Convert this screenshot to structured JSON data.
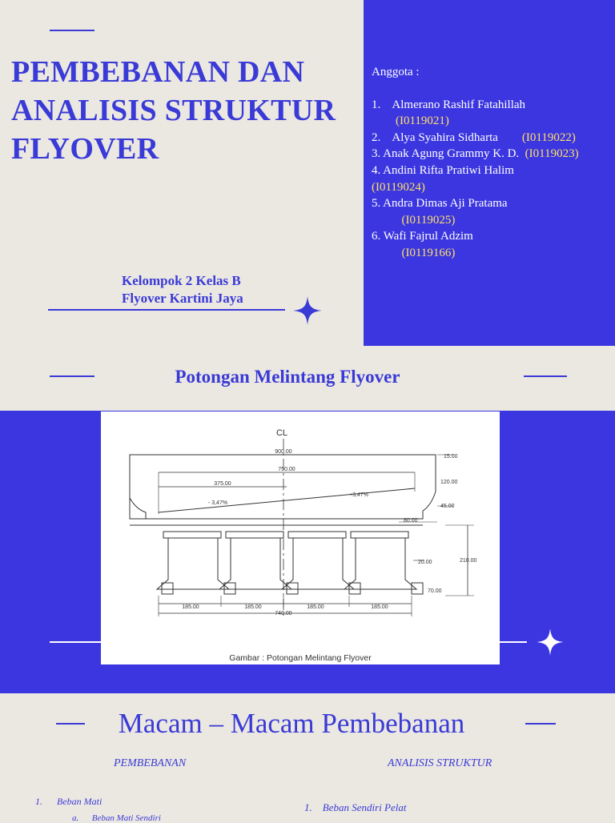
{
  "title": {
    "line1": "PEMBEBANAN DAN",
    "line2": "ANALISIS STRUKTUR",
    "line3": "FLYOVER"
  },
  "group": {
    "line1": "Kelompok 2 Kelas B",
    "line2": "Flyover Kartini Jaya"
  },
  "members": {
    "heading": "Anggota :",
    "lines": [
      {
        "text": "1.    Almerano Rashif Fatahillah",
        "nim": ""
      },
      {
        "text": "        ",
        "nim": "(I0119021)"
      },
      {
        "text": "2.    Alya Syahira Sidharta        ",
        "nim": "(I0119022)"
      },
      {
        "text": "3. Anak Agung Grammy K. D.  ",
        "nim": "(I0119023)"
      },
      {
        "text": "4. Andini Rifta Pratiwi Halim",
        "nim": ""
      },
      {
        "text": "",
        "nim": "(I0119024)"
      },
      {
        "text": "5. Andra Dimas Aji Pratama",
        "nim": ""
      },
      {
        "text": "          ",
        "nim": "(I0119025)"
      },
      {
        "text": "6. Wafi Fajrul Adzim",
        "nim": ""
      },
      {
        "text": "          ",
        "nim": "(I0119166)"
      }
    ]
  },
  "section_title": "Potongan Melintang Flyover",
  "figure": {
    "caption": "Gambar : Potongan Melintang Flyover",
    "centerline": "CL",
    "dims": {
      "total_width": "900.00",
      "road_width": "750.00",
      "half_width": "375.00",
      "slope_left": "- 3,47%",
      "slope_right": "+3,47%",
      "d15": "15.00",
      "d120": "120.00",
      "d45": "45.00",
      "d80": "80.00",
      "d210": "210.00",
      "d20": "20.00",
      "d70": "70.00",
      "span": "185.00",
      "bottom_total": "740.00"
    }
  },
  "macam_heading": "Macam – Macam Pembebanan",
  "columns": {
    "left_head": "PEMBEBANAN",
    "right_head": "ANALISIS STRUKTUR",
    "left_item1": "1.      Beban Mati",
    "left_item1_sub": "a.      Beban Mati Sendiri",
    "right_item1": "1.    Beban Sendiri Pelat"
  },
  "colors": {
    "accent": "#3a3ad6",
    "panel": "#3b36e0",
    "background": "#ebe8e2",
    "nim": "#ffe066"
  },
  "icons": [
    "sparkle-icon",
    "sparkle-icon"
  ]
}
